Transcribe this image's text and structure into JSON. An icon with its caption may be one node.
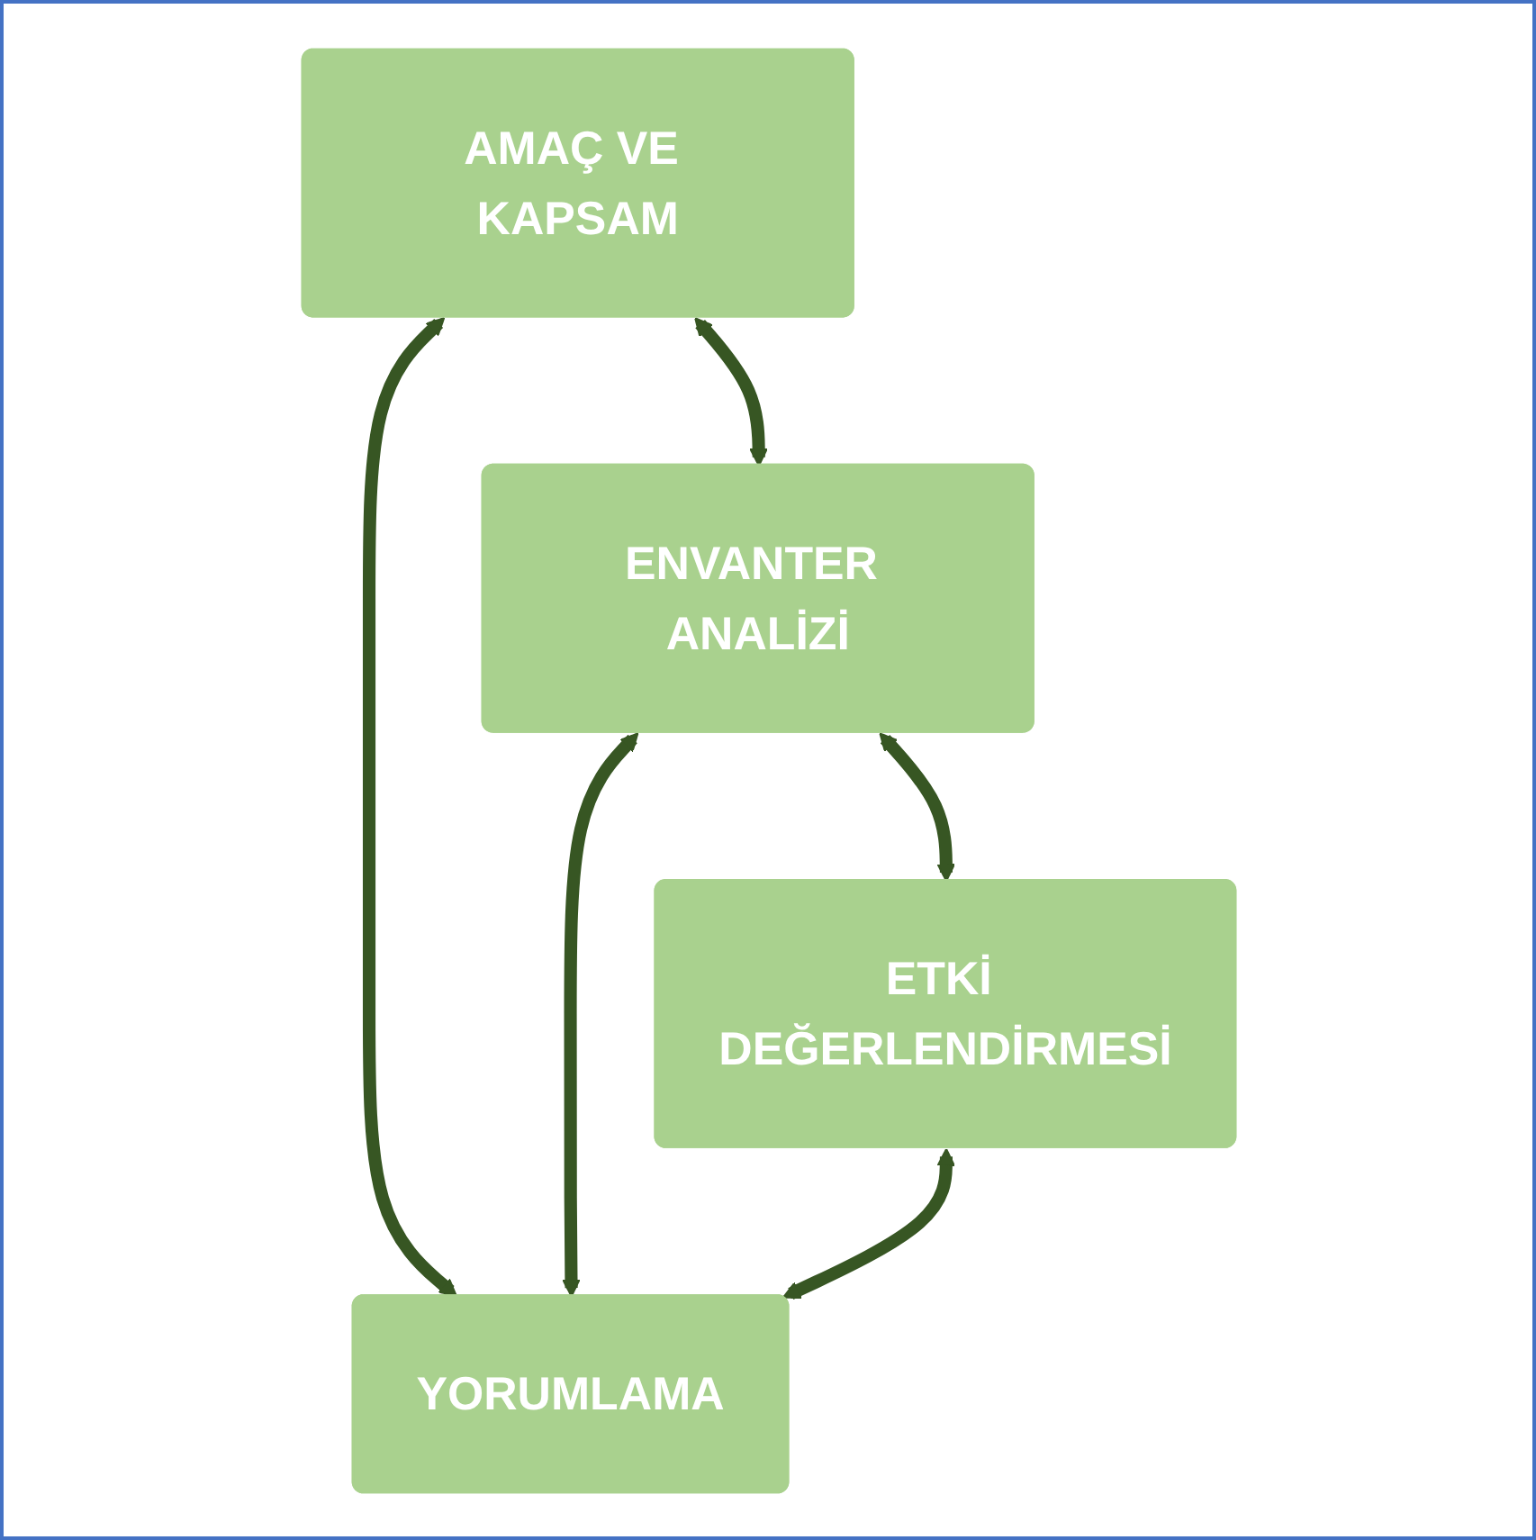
{
  "diagram": {
    "nodes": [
      {
        "text": [
          "AMAÇ VE KAPSAM"
        ]
      },
      {
        "text": [
          "ENVANTER ANALİZİ"
        ]
      },
      {
        "text": [
          "ETKİ DEĞERLENDİRMESİ"
        ]
      },
      {
        "text": [
          "YORUMLAMA"
        ]
      }
    ],
    "edges": [
      {
        "from": 0,
        "to": 3,
        "arrow": "both"
      },
      {
        "from": 0,
        "to": 1,
        "arrow": "both"
      },
      {
        "from": 1,
        "to": 3,
        "arrow": "both"
      },
      {
        "from": 1,
        "to": 2,
        "arrow": "both"
      },
      {
        "from": 2,
        "to": 3,
        "arrow": "both"
      }
    ]
  }
}
